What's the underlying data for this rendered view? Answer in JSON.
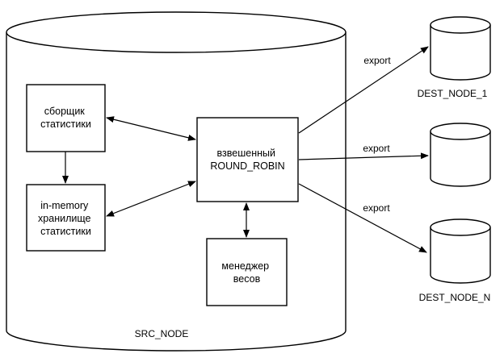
{
  "src_node": {
    "label": "SRC_NODE"
  },
  "boxes": {
    "collector": {
      "lines": [
        "сборщик",
        "статистики"
      ]
    },
    "storage": {
      "lines": [
        "in-memory",
        "хранилище",
        "статистики"
      ]
    },
    "balancer": {
      "lines": [
        "взвешенный",
        "ROUND_ROBIN"
      ]
    },
    "weights": {
      "lines": [
        "менеджер",
        "весов"
      ]
    }
  },
  "destinations": [
    {
      "label": "DEST_NODE_1",
      "edge_label": "export"
    },
    {
      "label": "",
      "edge_label": "export"
    },
    {
      "label": "DEST_NODE_N",
      "edge_label": "export"
    }
  ]
}
